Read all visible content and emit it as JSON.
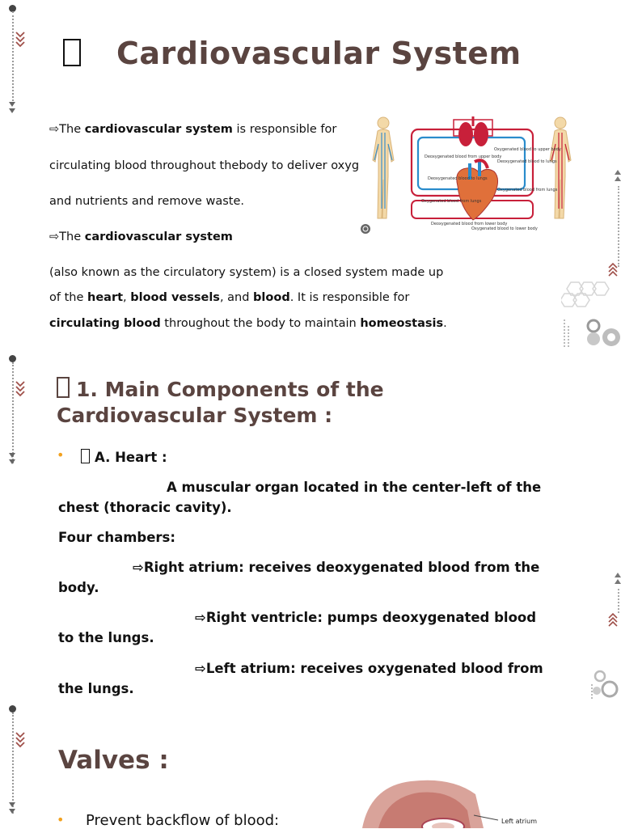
{
  "title": "Cardiovascular System",
  "intro": {
    "arrow": "⇨",
    "p1_pre": "The ",
    "p1_bold": "cardiovascular system",
    "p1_post": " is responsible for",
    "p2": "circulating blood throughout thebody to deliver oxygen",
    "p3": " and nutrients and remove waste.",
    "p4_pre": "The ",
    "p4_bold": "cardiovascular system",
    "p5": "(also known as the circulatory system) is a closed system made up",
    "p6_a": "of the ",
    "p6_b": "heart",
    "p6_c": ", ",
    "p6_d": "blood vessels",
    "p6_e": ", and ",
    "p6_f": "blood",
    "p6_g": ". It is responsible for",
    "p7_a": "circulating blood",
    "p7_b": " throughout the body to maintain ",
    "p7_c": "homeostasis",
    "p7_d": "."
  },
  "diagram": {
    "labels": {
      "upper_deoxy": "Deoxygenated blood from upper body",
      "upper_oxy": "Oxygenated blood to upper body",
      "lung_deoxy": "Deoxygenated blood to lungs",
      "lung_oxy": "Oxygenated blood from lungs",
      "lower_deoxy": "Deoxygenated blood from lower body",
      "lower_oxy": "Oxygenated blood to lower body",
      "lung_deoxy_l": "Deoxygenated blood to lungs",
      "lung_oxy_l": "Oxygenated blood from lungs"
    }
  },
  "section1": {
    "heading": "1. Main Components of the Cardiovascular System :",
    "heart_label": "A. Heart :",
    "heart_desc_1": "A muscular organ located in the center-left of the",
    "heart_desc_2": "chest (thoracic cavity).",
    "chambers_label": "Four chambers:",
    "ra_1": "⇨Right atrium: receives deoxygenated blood from the",
    "ra_2": "body.",
    "rv_1": "⇨Right ventricle: pumps deoxygenated blood",
    "rv_2": "to the lungs.",
    "la_1": "⇨Left atrium: receives oxygenated blood from",
    "la_2": "the lungs."
  },
  "valves": {
    "heading": "Valves :",
    "bullet1": "Prevent backflow of blood:",
    "image_label": "Left atrium"
  },
  "colors": {
    "title": "#5a4440",
    "bullet": "#f2a11f",
    "chevron": "#a0504a",
    "oxygenated": "#c8203a",
    "deoxygenated": "#2a8ccc"
  }
}
